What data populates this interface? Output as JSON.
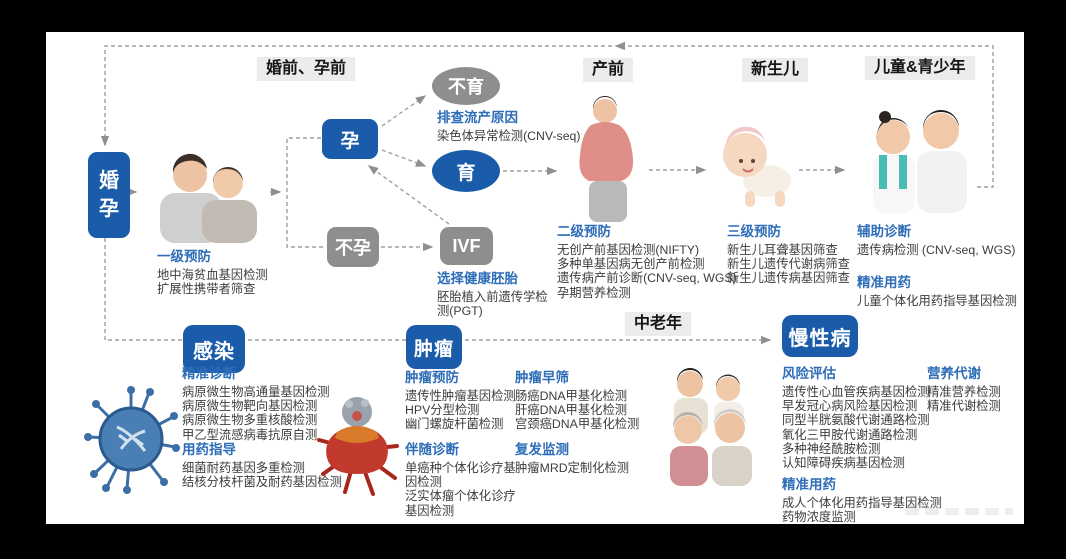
{
  "stage_headers": {
    "pre_marriage": "婚前、孕前",
    "prenatal": "产前",
    "newborn": "新生儿",
    "children": "儿童&青少年",
    "senior": "中老年"
  },
  "flow_nodes": {
    "marriage": "婚孕",
    "pregnancy": "孕",
    "not_pregnant": "不孕",
    "infertile": "不育",
    "fertile": "育",
    "ivf": "IVF"
  },
  "category_badges": {
    "infection": "感染",
    "tumor": "肿瘤",
    "chronic": "慢性病"
  },
  "sections": {
    "primary_prevention": {
      "heading": "一级预防",
      "lines": [
        "地中海贫血基因检测",
        "扩展性携带者筛查"
      ]
    },
    "miscarriage_cause": {
      "heading": "排查流产原因",
      "lines": [
        "染色体异常检测(CNV-seq)"
      ]
    },
    "healthy_embryo": {
      "heading": "选择健康胚胎",
      "lines": [
        "胚胎植入前遗传学检测(PGT)"
      ]
    },
    "secondary_prevention": {
      "heading": "二级预防",
      "lines": [
        "无创产前基因检测(NIFTY)",
        "多种单基因病无创产前检测",
        "遗传病产前诊断(CNV-seq, WGS)",
        "孕期营养检测"
      ]
    },
    "tertiary_prevention": {
      "heading": "三级预防",
      "lines": [
        "新生儿耳聋基因筛查",
        "新生儿遗传代谢病筛查",
        "新生儿遗传病基因筛查"
      ]
    },
    "aux_diagnosis": {
      "heading": "辅助诊断",
      "lines": [
        "遗传病检测 (CNV-seq, WGS)"
      ]
    },
    "child_medication": {
      "heading": "精准用药",
      "lines": [
        "儿童个体化用药指导基因检测"
      ]
    },
    "precise_diagnosis": {
      "heading": "精准诊断",
      "lines": [
        "病原微生物高通量基因检测",
        "病原微生物靶向基因检测",
        "病原微生物多重核酸检测",
        "甲乙型流感病毒抗原自测"
      ]
    },
    "medication_guidance": {
      "heading": "用药指导",
      "lines": [
        "细菌耐药基因多重检测",
        "结核分枝杆菌及耐药基因检测"
      ]
    },
    "tumor_prevention": {
      "heading": "肿瘤预防",
      "lines": [
        "遗传性肿瘤基因检测",
        "HPV分型检测",
        "幽门螺旋杆菌检测"
      ]
    },
    "tumor_screening": {
      "heading": "肿瘤早筛",
      "lines": [
        "肠癌DNA甲基化检测",
        "肝癌DNA甲基化检测",
        "宫颈癌DNA甲基化检测"
      ]
    },
    "companion_diagnosis": {
      "heading": "伴随诊断",
      "lines": [
        "单癌种个体化诊疗基因检测",
        "泛实体瘤个体化诊疗基因检测"
      ]
    },
    "recurrence_monitoring": {
      "heading": "复发监测",
      "lines": [
        "肿瘤MRD定制化检测"
      ]
    },
    "risk_assessment": {
      "heading": "风险评估",
      "lines": [
        "遗传性心血管疾病基因检测",
        "早发冠心病风险基因检测",
        "同型半胱氨酸代谢通路检测",
        "氧化三甲胺代谢通路检测",
        "多种神经酰胺检测",
        "认知障碍疾病基因检测"
      ]
    },
    "adult_medication": {
      "heading": "精准用药",
      "lines": [
        "成人个体化用药指导基因检测",
        "药物浓度监测"
      ]
    },
    "nutrition_metabolism": {
      "heading": "营养代谢",
      "lines": [
        "精准营养检测",
        "精准代谢检测"
      ]
    }
  },
  "images": {
    "couple": "young-couple-photo",
    "pregnant_woman": "pregnant-woman-photo",
    "baby": "crawling-baby-photo",
    "children": "two-children-photo",
    "elderly_family": "elderly-family-photo",
    "virus": "virus-illustration",
    "cancer_cell": "cancer-cell-illustration"
  },
  "colors": {
    "node_blue": "#1a5caa",
    "heading_blue": "#2e6db8",
    "node_gray": "#8e8e8e",
    "body_text": "#3d3d3d",
    "dash_gray": "#a0a0a0",
    "header_bg": "#ececec"
  }
}
